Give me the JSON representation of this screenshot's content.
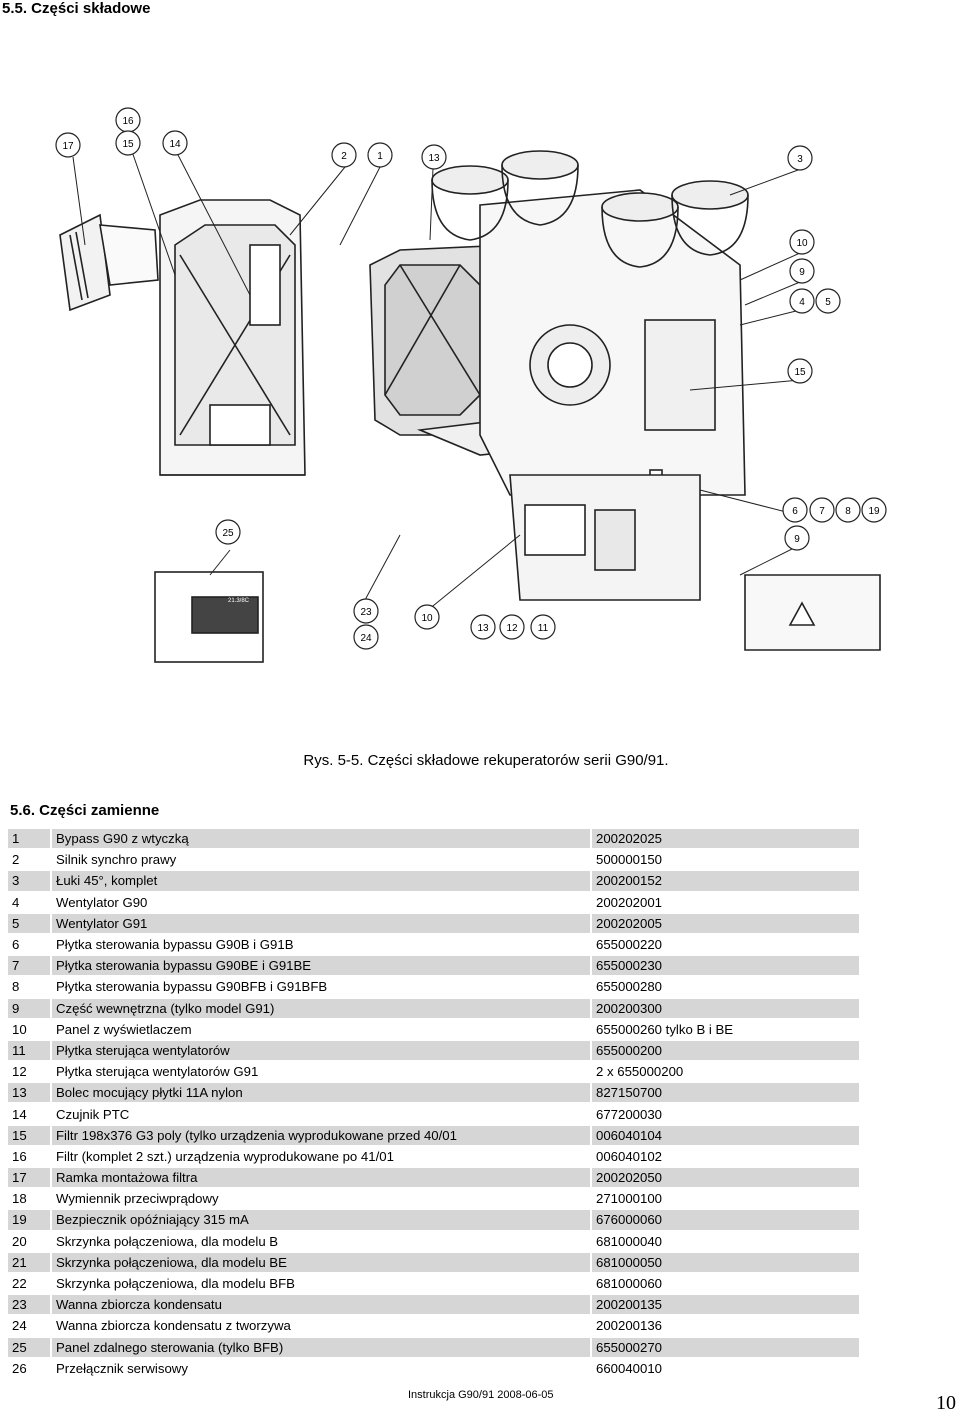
{
  "section_title": "5.5. Części składowe",
  "figure": {
    "callouts": [
      "17",
      "16",
      "15",
      "14",
      "2",
      "1",
      "13",
      "3",
      "10",
      "9",
      "4",
      "5",
      "15",
      "6",
      "7",
      "8",
      "19",
      "9",
      "25",
      "23",
      "24",
      "10",
      "13",
      "12",
      "11"
    ],
    "remote_panel": {
      "display_value": "21.3/8C"
    },
    "caption": "Rys. 5-5. Części składowe rekuperatorów serii G90/91."
  },
  "parts_title": "5.6. Części zamienne",
  "parts": [
    {
      "no": "1",
      "name": "Bypass G90 z wtyczką",
      "code": "200202025"
    },
    {
      "no": "2",
      "name": "Silnik synchro prawy",
      "code": "500000150"
    },
    {
      "no": "3",
      "name": "Łuki 45°, komplet",
      "code": "200200152"
    },
    {
      "no": "4",
      "name": "Wentylator G90",
      "code": "200202001"
    },
    {
      "no": "5",
      "name": "Wentylator G91",
      "code": "200202005"
    },
    {
      "no": "6",
      "name": "Płytka sterowania bypassu G90B i G91B",
      "code": "655000220"
    },
    {
      "no": "7",
      "name": "Płytka sterowania bypassu G90BE i G91BE",
      "code": "655000230"
    },
    {
      "no": "8",
      "name": "Płytka sterowania bypassu G90BFB i G91BFB",
      "code": "655000280"
    },
    {
      "no": "9",
      "name": "Część wewnętrzna (tylko model G91)",
      "code": "200200300"
    },
    {
      "no": "10",
      "name": "Panel z wyświetlaczem",
      "code": "655000260 tylko B i BE"
    },
    {
      "no": "11",
      "name": "Płytka sterująca wentylatorów",
      "code": "655000200"
    },
    {
      "no": "12",
      "name": "Płytka sterująca wentylatorów G91",
      "code": "2 x 655000200"
    },
    {
      "no": "13",
      "name": "Bolec mocujący płytki 11A nylon",
      "code": "827150700"
    },
    {
      "no": "14",
      "name": "Czujnik PTC",
      "code": "677200030"
    },
    {
      "no": "15",
      "name": "Filtr 198x376 G3 poly (tylko urządzenia wyprodukowane przed 40/01",
      "code": "006040104"
    },
    {
      "no": "16",
      "name": "Filtr (komplet 2 szt.) urządzenia wyprodukowane po 41/01",
      "code": "006040102"
    },
    {
      "no": "17",
      "name": "Ramka montażowa filtra",
      "code": "200202050"
    },
    {
      "no": "18",
      "name": "Wymiennik przeciwprądowy",
      "code": "271000100"
    },
    {
      "no": "19",
      "name": "Bezpiecznik opóźniający 315 mA",
      "code": "676000060"
    },
    {
      "no": "20",
      "name": "Skrzynka połączeniowa, dla modelu B",
      "code": "681000040"
    },
    {
      "no": "21",
      "name": "Skrzynka połączeniowa, dla modelu BE",
      "code": "681000050"
    },
    {
      "no": "22",
      "name": "Skrzynka połączeniowa, dla modelu BFB",
      "code": "681000060"
    },
    {
      "no": "23",
      "name": "Wanna zbiorcza kondensatu",
      "code": "200200135"
    },
    {
      "no": "24",
      "name": "Wanna zbiorcza kondensatu z tworzywa",
      "code": "200200136"
    },
    {
      "no": "25",
      "name": "Panel zdalnego sterowania (tylko BFB)",
      "code": "655000270"
    },
    {
      "no": "26",
      "name": "Przełącznik serwisowy",
      "code": "660040010"
    }
  ],
  "footer": "Instrukcja G90/91 2008-06-05",
  "page_number": "10"
}
